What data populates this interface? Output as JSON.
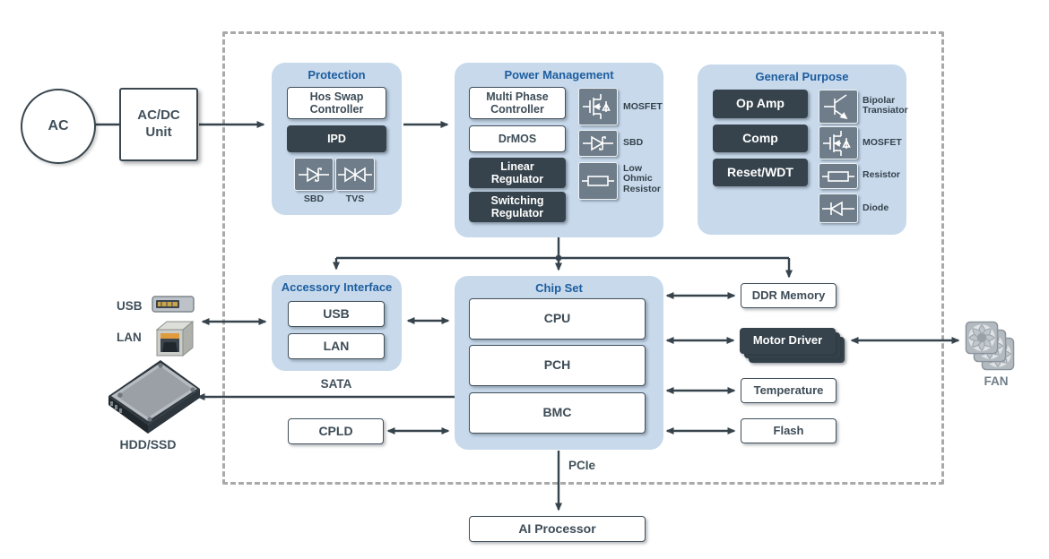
{
  "colors": {
    "panel_blue": "#c7d9eb",
    "title_blue": "#1d5d9f",
    "dark_slate": "#36434c",
    "tile_gray": "#6e7d89",
    "dash_gray": "#a9a9a9"
  },
  "left": {
    "ac": "AC",
    "acdc": "AC/DC\nUnit",
    "usb": "USB",
    "lan": "LAN",
    "hdd": "HDD/SSD"
  },
  "panels": {
    "protection": {
      "title": "Protection",
      "hot_swap": "Hos Swap\nController",
      "ipd": "IPD",
      "sbd_caption": "SBD",
      "tvs_caption": "TVS"
    },
    "power_management": {
      "title": "Power Management",
      "multi_phase": "Multi Phase\nController",
      "drmos": "DrMOS",
      "linear": "Linear\nRegulator",
      "switching": "Switching\nRegulator",
      "mosfet_label": "MOSFET",
      "sbd_label": "SBD",
      "low_ohmic_label": "Low\nOhmic\nResistor"
    },
    "general_purpose": {
      "title": "General Purpose",
      "op_amp": "Op Amp",
      "comp": "Comp",
      "reset_wdt": "Reset/WDT",
      "bipolar_label": "Bipolar\nTransiator",
      "mosfet_label": "MOSFET",
      "resistor_label": "Resistor",
      "diode_label": "Diode"
    },
    "accessory_interface": {
      "title": "Accessory Interface",
      "usb": "USB",
      "lan": "LAN"
    },
    "chip_set": {
      "title": "Chip Set",
      "cpu": "CPU",
      "pch": "PCH",
      "bmc": "BMC"
    }
  },
  "middle": {
    "cpld": "CPLD",
    "sata": "SATA",
    "pcie": "PCIe",
    "ai_processor": "AI Processor"
  },
  "right": {
    "ddr": "DDR Memory",
    "motor_driver": "Motor Driver",
    "temperature": "Temperature",
    "flash": "Flash",
    "fan": "FAN"
  }
}
